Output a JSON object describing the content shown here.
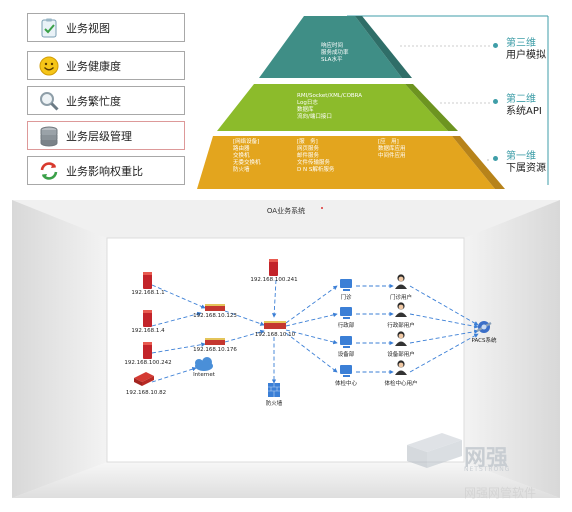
{
  "menu": [
    {
      "label": "业务视图",
      "icon": "clipboard-check-icon"
    },
    {
      "label": "业务健康度",
      "icon": "smiley-face-icon"
    },
    {
      "label": "业务繁忙度",
      "icon": "magnifier-icon"
    },
    {
      "label": "业务层级管理",
      "icon": "stacked-disks-icon"
    },
    {
      "label": "业务影响权重比",
      "icon": "refresh-arrows-icon"
    }
  ],
  "pyramid": {
    "levels": [
      {
        "title": "第三维",
        "subtitle": "用户模拟",
        "color": "#3f8e86",
        "items": [
          "响应时间",
          "服务成功率",
          "SLA水平"
        ]
      },
      {
        "title": "第二维",
        "subtitle": "系统API",
        "color": "#8cbb2b",
        "items": [
          "RMI/Socket/XML/COBRA",
          "Log日志",
          "数据库",
          "流向/端口接口"
        ]
      },
      {
        "title": "第一维",
        "subtitle": "下属资源",
        "color": "#e3a51e",
        "columns": [
          {
            "header": "[网络设备]",
            "items": [
              "路由器",
              "交换机",
              "无委交换机",
              "防火墙"
            ]
          },
          {
            "header": "[服　务]",
            "items": [
              "网页服务",
              "邮件服务",
              "文件传输服务",
              "D N S解析服务"
            ]
          },
          {
            "header": "[应　用]",
            "items": [
              "数据库应用",
              "中间件应用"
            ]
          }
        ]
      }
    ]
  },
  "topology": {
    "title": "OA业务系统",
    "nodes": {
      "srv1": "192.168.1.1",
      "srv2": "192.168.1.4",
      "srv3": "192.168.100.242",
      "srv4": "192.168.10.82",
      "srv_top": "192.168.100.241",
      "sw1": "192.168.10.123",
      "sw2": "192.168.10.176",
      "internet": "Internet",
      "core": "192.168.10.10",
      "firewall": "防火墙",
      "pc1": "门诊",
      "pc2": "行政部",
      "pc3": "设备部",
      "pc4": "体检中心",
      "user1": "门诊用户",
      "user2": "行政部用户",
      "user3": "设备部用户",
      "user4": "体检中心用户",
      "pacs": "PACS系统"
    }
  },
  "watermark": {
    "logo": "网强",
    "latin": "NETSTRONG",
    "caption": "网强网管软件"
  }
}
